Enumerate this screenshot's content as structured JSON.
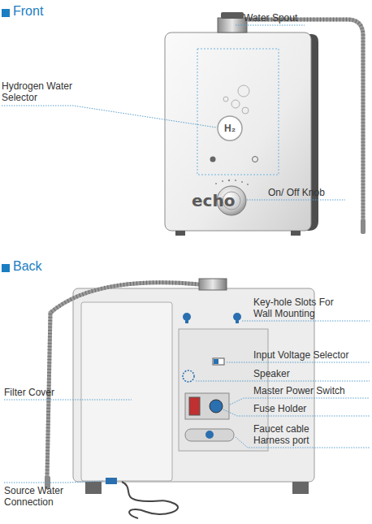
{
  "diagram": {
    "labels": [
      "Front",
      "Water Spout",
      "Hydrogen Water Selector",
      "H₂",
      "echo",
      "On/ Off Knob",
      "Back",
      "Key-hole Slots For Wall Mounting",
      "Filter Cover",
      "Input Voltage Selector",
      "Speaker",
      "Master Power Switch",
      "Fuse Holder",
      "Faucet cable Harness port",
      "Source Water Connection"
    ]
  }
}
